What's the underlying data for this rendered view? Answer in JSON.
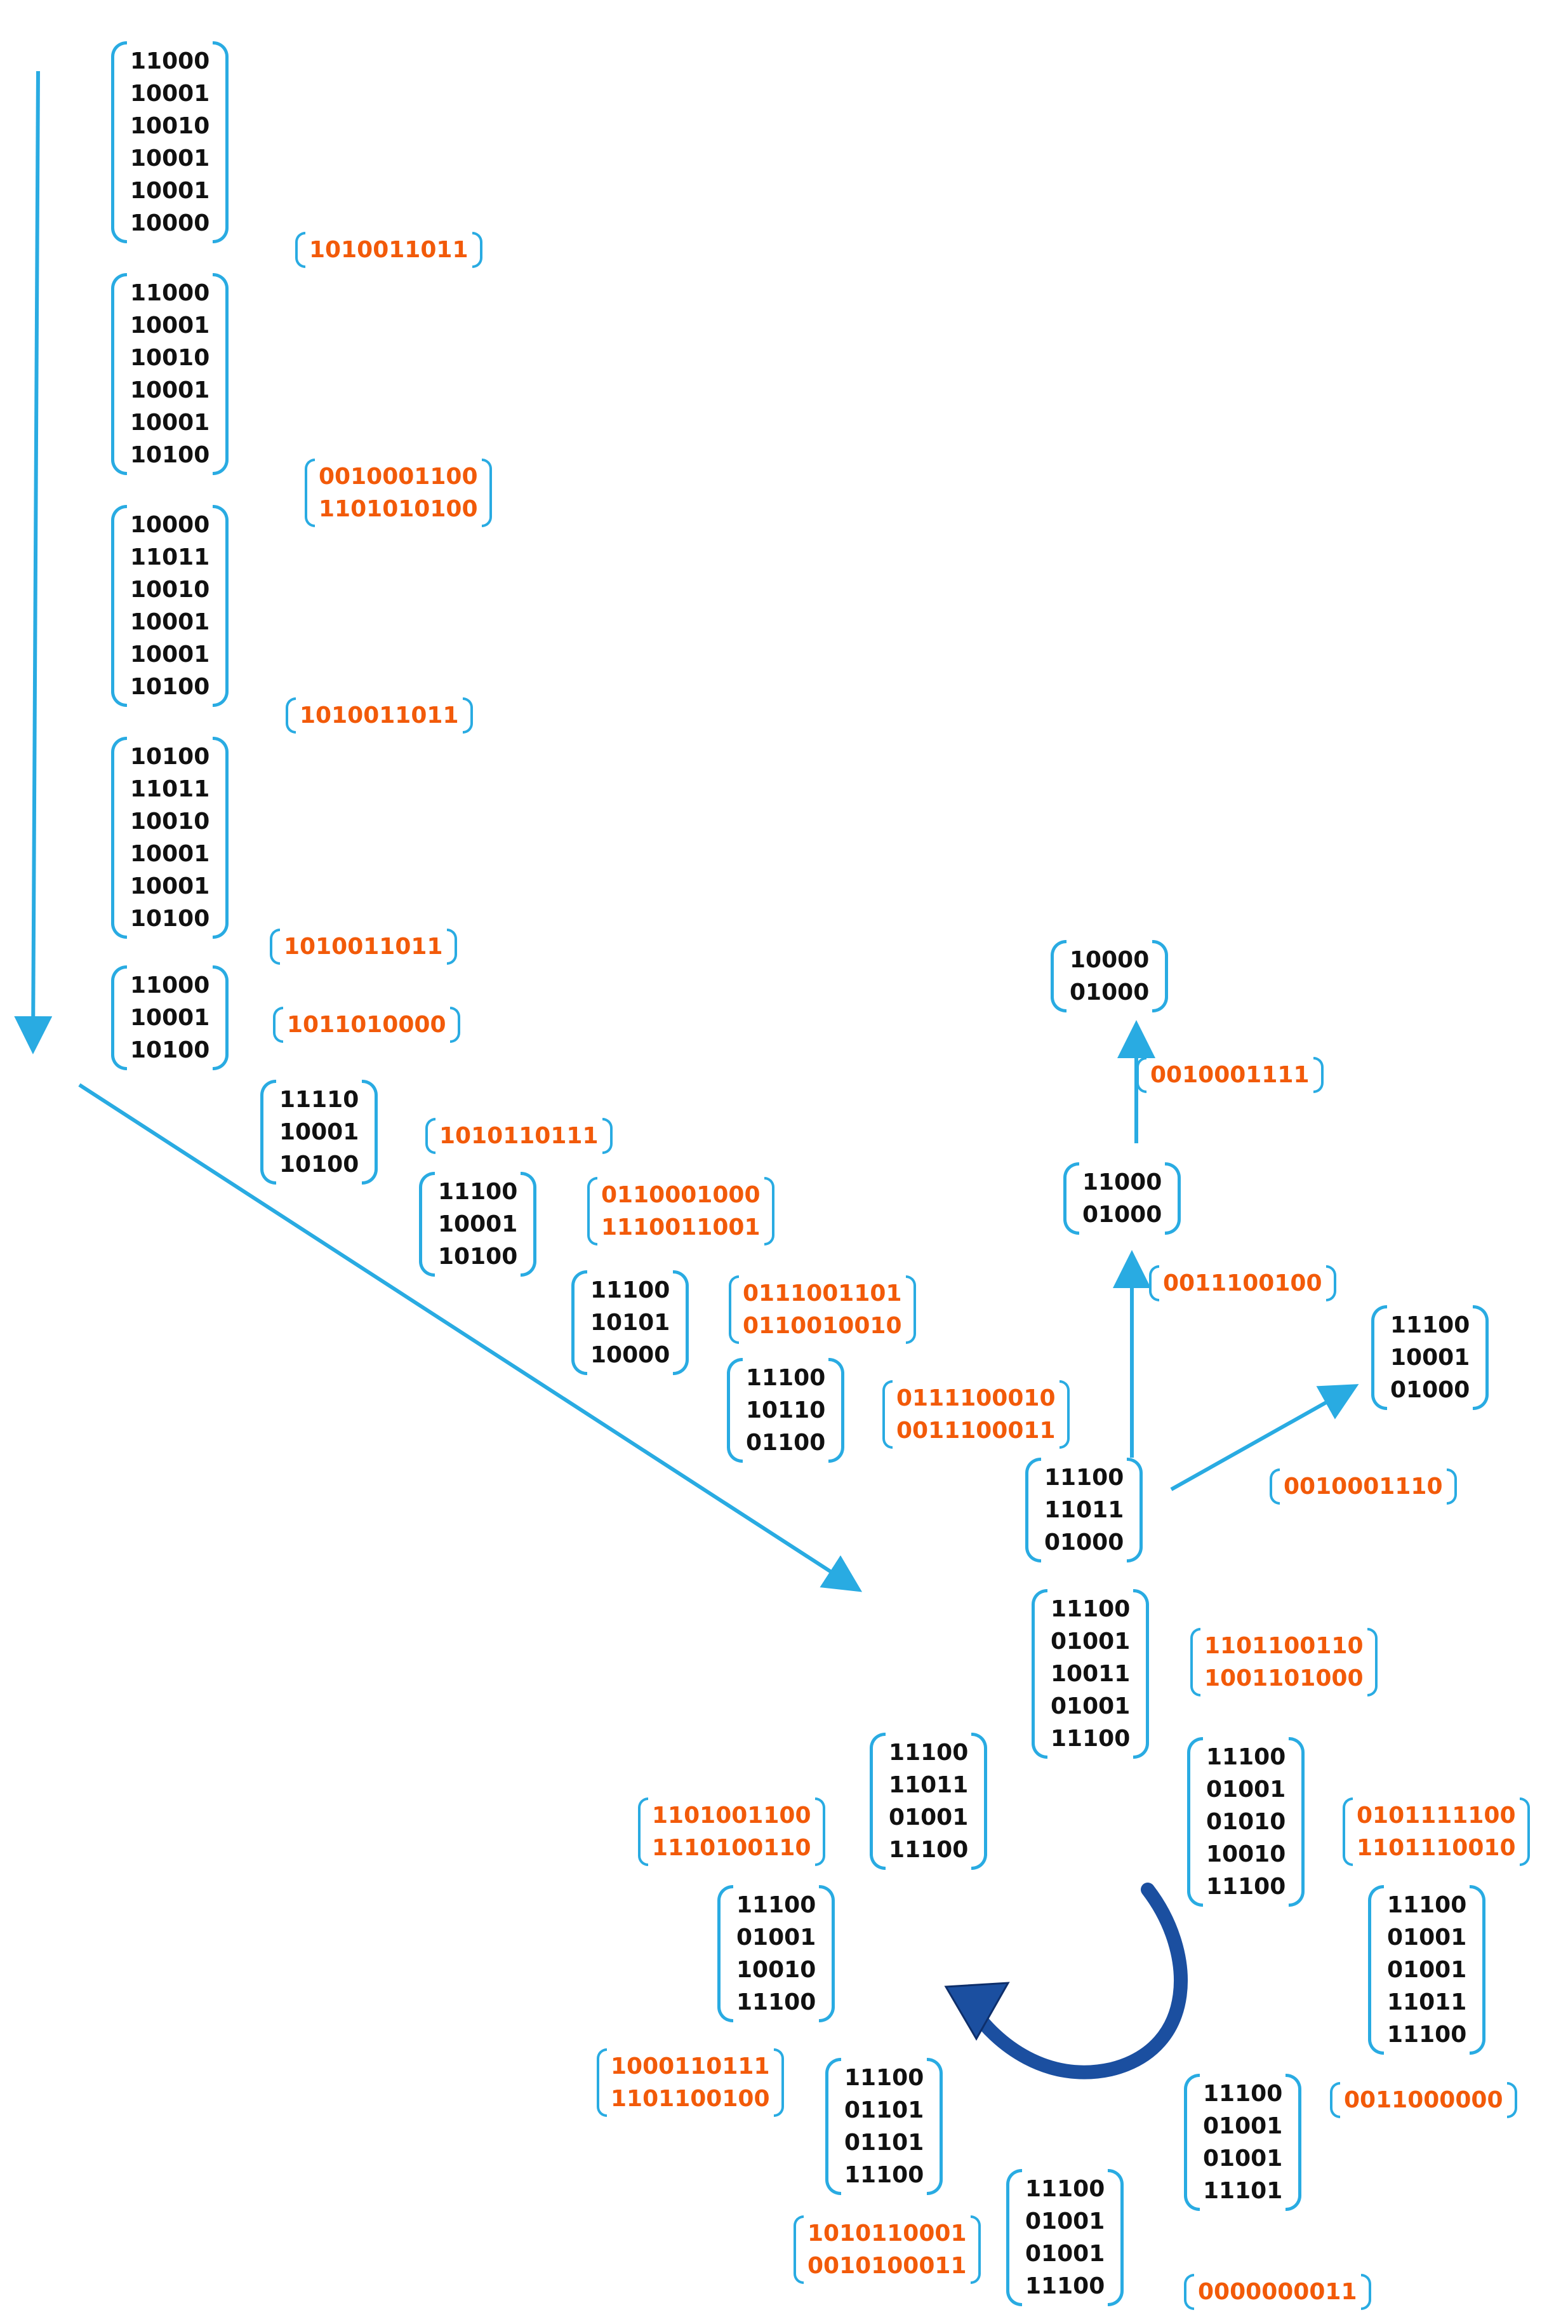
{
  "colors": {
    "bracket": "#29abe2",
    "matrix_text": "#111111",
    "vector_text": "#f25a09",
    "arrow": "#29abe2",
    "curved_arrow": "#1b4fa0"
  },
  "matrices": [
    [
      "11000",
      "10001",
      "10010",
      "10001",
      "10001",
      "10000"
    ],
    [
      "11000",
      "10001",
      "10010",
      "10001",
      "10001",
      "10100"
    ],
    [
      "10000",
      "11011",
      "10010",
      "10001",
      "10001",
      "10100"
    ],
    [
      "10100",
      "11011",
      "10010",
      "10001",
      "10001",
      "10100"
    ],
    [
      "11000",
      "10001",
      "10100"
    ],
    [
      "11110",
      "10001",
      "10100"
    ],
    [
      "11100",
      "10001",
      "10100"
    ],
    [
      "11100",
      "10101",
      "10000"
    ],
    [
      "11100",
      "10110",
      "01100"
    ],
    [
      "11100",
      "11011",
      "01000"
    ],
    [
      "10000",
      "01000"
    ],
    [
      "11000",
      "01000"
    ],
    [
      "11100",
      "10001",
      "01000"
    ],
    [
      "11100",
      "01001",
      "10011",
      "01001",
      "11100"
    ],
    [
      "11100",
      "11011",
      "01001",
      "11100"
    ],
    [
      "11100",
      "01001",
      "01010",
      "10010",
      "11100"
    ],
    [
      "11100",
      "01001",
      "10010",
      "11100"
    ],
    [
      "11100",
      "01001",
      "01001",
      "11011",
      "11100"
    ],
    [
      "11100",
      "01101",
      "01101",
      "11100"
    ],
    [
      "11100",
      "01001",
      "01001",
      "11101"
    ],
    [
      "11100",
      "01001",
      "01001",
      "11100"
    ]
  ],
  "vectors": [
    [
      "1010011011"
    ],
    [
      "0010001100",
      "1101010100"
    ],
    [
      "1010011011"
    ],
    [
      "1010011011"
    ],
    [
      "1011010000"
    ],
    [
      "1010110111"
    ],
    [
      "0110001000",
      "1110011001"
    ],
    [
      "0111001101",
      "0110010010"
    ],
    [
      "0111100010",
      "0011100011"
    ],
    [
      "0010001111"
    ],
    [
      "0011100100"
    ],
    [
      "0010001110"
    ],
    [
      "1101100110",
      "1001101000"
    ],
    [
      "1101001100",
      "1110100110"
    ],
    [
      "0101111100",
      "1101110010"
    ],
    [
      "1000110111",
      "1101100100"
    ],
    [
      "0011000000"
    ],
    [
      "1010110001",
      "0010100011"
    ],
    [
      "0000000011"
    ]
  ]
}
